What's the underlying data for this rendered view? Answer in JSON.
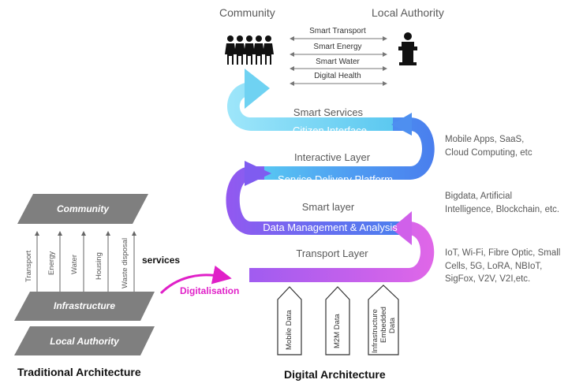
{
  "top": {
    "community_label": "Community",
    "local_authority_label": "Local Authority",
    "community_icon": "people-group-icon",
    "authority_icon": "speaker-podium-icon",
    "services": [
      "Smart Transport",
      "Smart Energy",
      "Smart Water",
      "Digital Health"
    ]
  },
  "digital": {
    "layers": {
      "smart_services": "Smart Services",
      "interactive": "Interactive Layer",
      "smart": "Smart layer",
      "transport": "Transport Layer"
    },
    "bands": {
      "citizen_interface": "Citizen Interface",
      "service_delivery": "Service Delivery Platform",
      "data_management": "Data Management & Analysis"
    },
    "notes": {
      "interactive": [
        "Mobile Apps, SaaS,",
        "Cloud Computing, etc"
      ],
      "smart": [
        "Bigdata, Artificial",
        "Intelligence, Blockchain, etc."
      ],
      "transport": [
        "IoT, Wi-Fi, Fibre Optic, Small",
        "Cells, 5G, LoRA, NBIoT,",
        "SigFox, V2V, V2I,etc."
      ]
    },
    "inputs": {
      "mobile": "Mobile Data",
      "m2m": "M2M Data",
      "infra_1": "Infrastructure",
      "infra_2": "Embedded",
      "infra_3": "Data"
    },
    "colors": {
      "cyan": "#5BC8F0",
      "blue": "#4F8EF0",
      "purple": "#8A5CF0",
      "magenta": "#E060E8",
      "arrow_magenta": "#E020C8"
    }
  },
  "traditional": {
    "community": "Community",
    "infrastructure": "Infrastructure",
    "local_authority": "Local Authority",
    "sectors": [
      "Transport",
      "Energy",
      "Water",
      "Housing",
      "Waste disposal"
    ],
    "services_label": "services",
    "plate_color": "#7F7F7F"
  },
  "transition": {
    "label": "Digitalisation"
  },
  "footer": {
    "traditional": "Traditional Architecture",
    "digital": "Digital Architecture"
  }
}
